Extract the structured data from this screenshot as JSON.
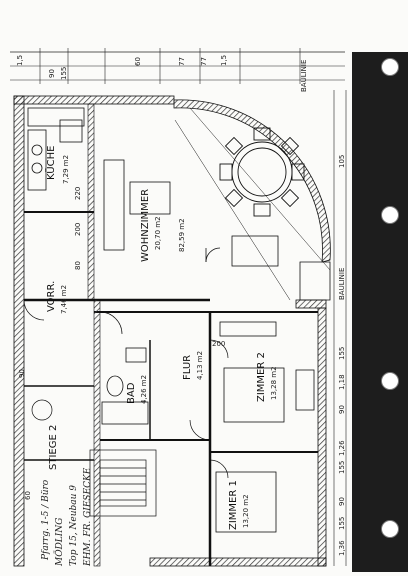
{
  "rooms": {
    "kueche": {
      "name": "KÜCHE",
      "area": "7,29 m2"
    },
    "wohnzimmer": {
      "name": "WOHNZIMMER",
      "area": "20,70 m2"
    },
    "bad": {
      "name": "BAD",
      "area": "4,26 m2"
    },
    "vorraum": {
      "name": "VORR.",
      "area": "7,46 m2"
    },
    "flur": {
      "name": "FLUR",
      "area": "4,13 m2"
    },
    "zimmer1": {
      "name": "ZIMMER 2",
      "area": "13,28 m2"
    },
    "zimmer2": {
      "name": "ZIMMER 1",
      "area": "13,20 m2"
    },
    "stiege": {
      "name": "STIEGE 2"
    }
  },
  "labels": {
    "baulinie_top": "BAULINIE",
    "baulinie_right": "BAULINIE",
    "plan_note": "82,59 m2"
  },
  "dimensions_top": [
    "1,5",
    "90",
    "155",
    "60",
    "77",
    "1,5",
    "77"
  ],
  "dimensions_right": [
    "155",
    "1,18",
    "90",
    "155",
    "1,26",
    "90",
    "155",
    "1,36"
  ],
  "dimensions_misc": [
    "200",
    "220",
    "80",
    "105",
    "200",
    "90",
    "60"
  ],
  "handwriting": {
    "line1": "MÖDLING",
    "line2": "Top 15, Neubau 9",
    "line3": "EHM. FR. GIESECKE",
    "line4": "Pfarrg. 1-5 / Büro"
  },
  "colors": {
    "binder": "#1d1d1d",
    "ink": "#111111",
    "page": "#fbfbf9",
    "wall_hatch": "#333333"
  }
}
